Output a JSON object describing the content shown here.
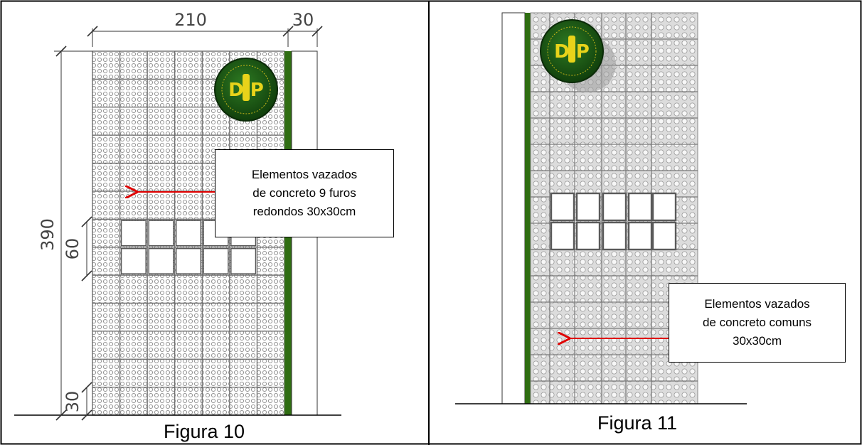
{
  "figure10": {
    "caption": "Figura 10",
    "dim_width": "210",
    "dim_side": "30",
    "dim_height": "390",
    "dim_opening": "60",
    "dim_bottom": "30",
    "note_lines": [
      "Elementos vazados",
      "de concreto 9 furos",
      "redondos 30x30cm"
    ],
    "logo_text": "D P"
  },
  "figure11": {
    "caption": "Figura 11",
    "note_lines": [
      "Elementos vazados",
      "de concreto comuns",
      "30x30cm"
    ],
    "logo_text": "D P"
  },
  "colors": {
    "arrow": "#e00000",
    "green_strip": "#2f6d12",
    "logo_green": "#1f5a14",
    "logo_yellow": "#e8d31a",
    "grid": "#8a8a8a"
  }
}
